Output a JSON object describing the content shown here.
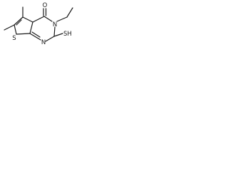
{
  "structure": {
    "atoms": {
      "oxygen": "O",
      "nitrogen_top": "N",
      "nitrogen_bottom": "N",
      "sulfur_ring": "S",
      "thiol": "SH"
    },
    "colors": {
      "bond": "#1a1a1a",
      "background": "#ffffff"
    }
  }
}
